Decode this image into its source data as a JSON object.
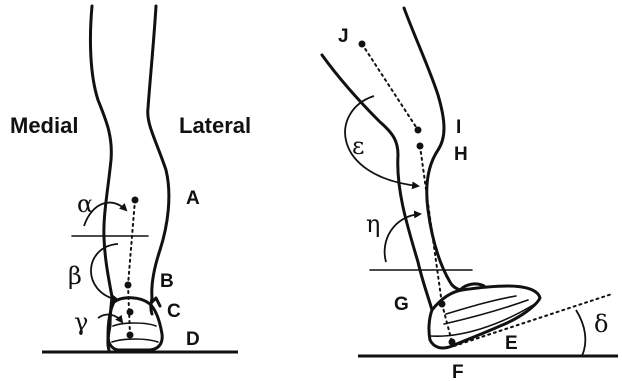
{
  "side_labels": {
    "medial": "Medial",
    "lateral": "Lateral"
  },
  "points": {
    "A": "A",
    "B": "B",
    "C": "C",
    "D": "D",
    "E": "E",
    "F": "F",
    "G": "G",
    "H": "H",
    "I": "I",
    "J": "J"
  },
  "angles": {
    "alpha": "α",
    "beta": "β",
    "gamma": "γ",
    "delta": "δ",
    "epsilon": "ε",
    "eta": "η"
  }
}
